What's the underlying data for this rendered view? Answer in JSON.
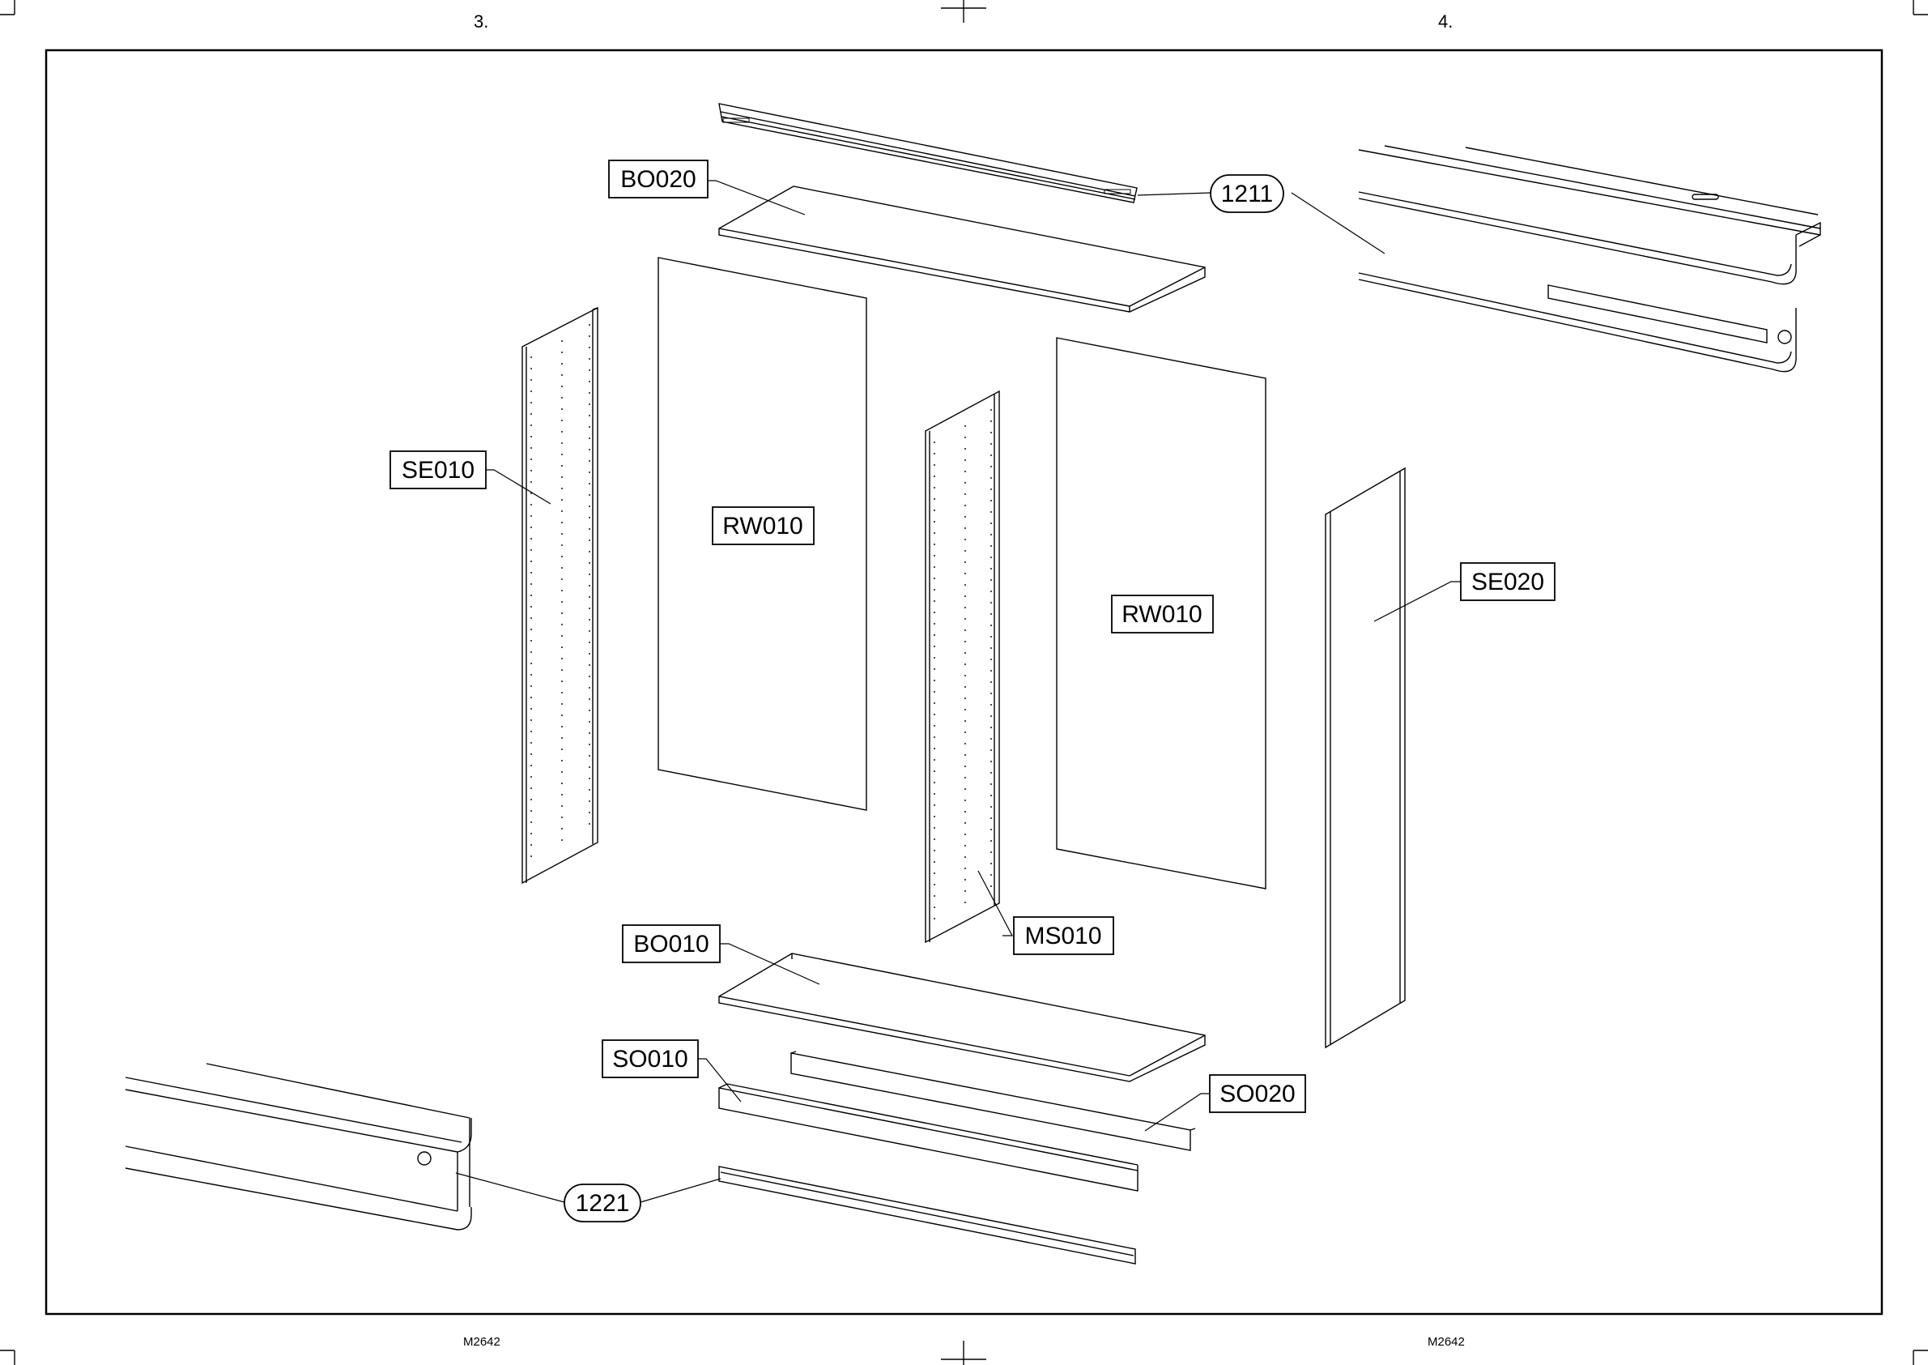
{
  "pages": {
    "left_number": "3.",
    "right_number": "4."
  },
  "footer": {
    "left_code": "M2642",
    "right_code": "M2642"
  },
  "callouts": {
    "bo020": "BO020",
    "se010": "SE010",
    "rw010_left": "RW010",
    "rw010_right": "RW010",
    "se020": "SE020",
    "ms010": "MS010",
    "bo010": "BO010",
    "so010": "SO010",
    "so020": "SO020",
    "hw_1211": "1211",
    "hw_1221": "1221"
  }
}
